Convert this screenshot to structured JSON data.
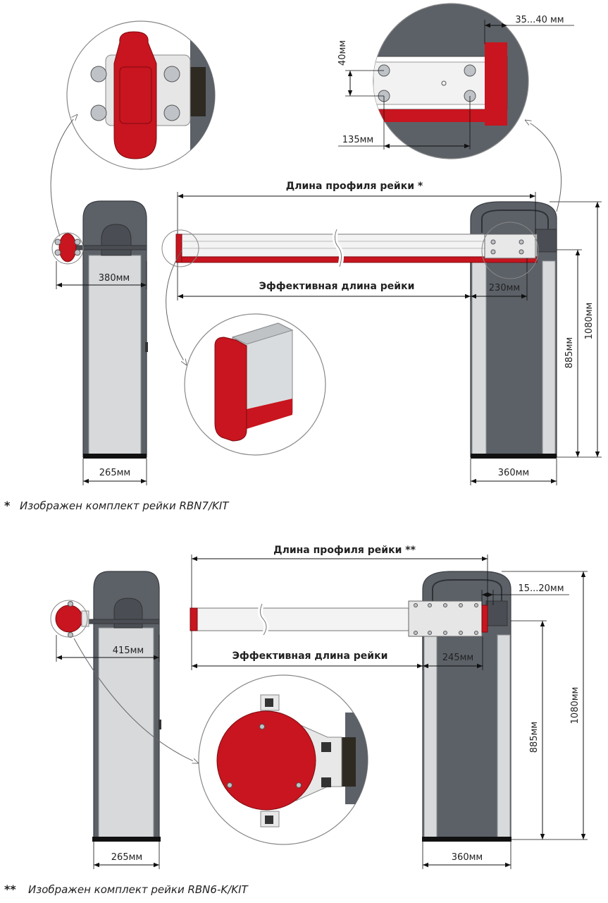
{
  "top": {
    "title_profile": "Длина профиля рейки *",
    "title_effective": "Эффективная длина рейки",
    "dim_left_cap": "380мм",
    "dim_left_width": "265мм",
    "dim_mount": "230мм",
    "dim_right_width": "360мм",
    "dim_height_885": "885мм",
    "dim_height_1080": "1080мм",
    "detail_40": "40мм",
    "detail_35_40": "35...40 мм",
    "detail_135": "135мм",
    "footnote_mark": "*",
    "footnote": "Изображен комплект рейки RBN7/KIT"
  },
  "bottom": {
    "title_profile": "Длина профиля рейки **",
    "title_effective": "Эффективная длина рейки",
    "dim_left_cap": "415мм",
    "dim_left_width": "265мм",
    "dim_mount": "245мм",
    "dim_right_width": "360мм",
    "dim_height_885": "885мм",
    "dim_height_1080": "1080мм",
    "dim_15_20": "15...20мм",
    "footnote_mark": "**",
    "footnote": "Изображен комплект рейки RBN6-K/KIT"
  },
  "colors": {
    "housing": "#5c6168",
    "panel": "#d7d9db",
    "accent_red": "#c8151f"
  }
}
